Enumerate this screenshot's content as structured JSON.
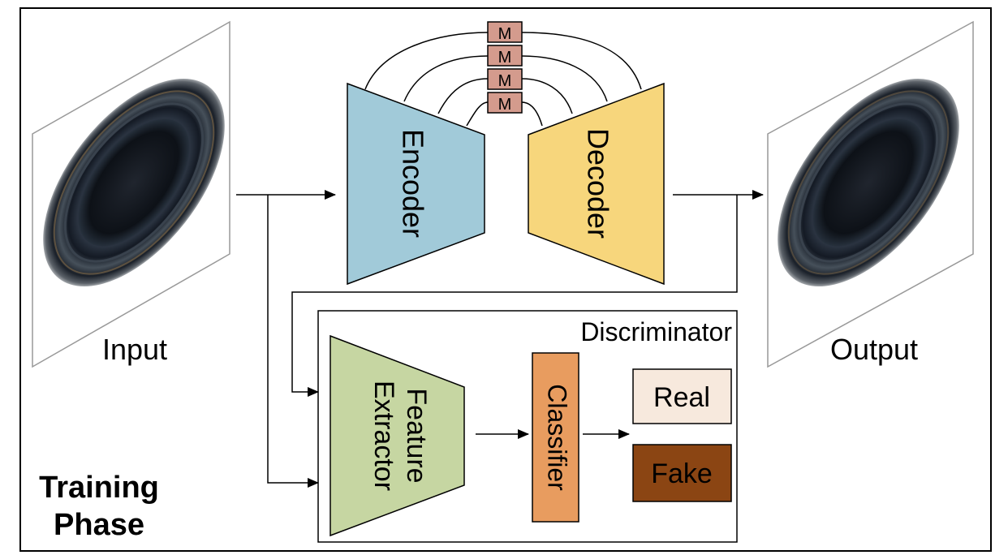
{
  "diagram": {
    "input_label": "Input",
    "output_label": "Output",
    "encoder_label": "Encoder",
    "decoder_label": "Decoder",
    "memory_label": "M",
    "discriminator_label": "Discriminator",
    "feature_label_line1": "Feature",
    "feature_label_line2": "Extractor",
    "classifier_label": "Classifier",
    "real_label": "Real",
    "fake_label": "Fake",
    "phase_line1": "Training",
    "phase_line2": "Phase"
  },
  "colors": {
    "encoder": "#a1cad9",
    "decoder": "#f7d67c",
    "memory": "#d49b8d",
    "feature_extractor": "#c6d6a2",
    "classifier": "#e89c5f",
    "real": "#f7e9dd",
    "fake": "#8b4513"
  }
}
